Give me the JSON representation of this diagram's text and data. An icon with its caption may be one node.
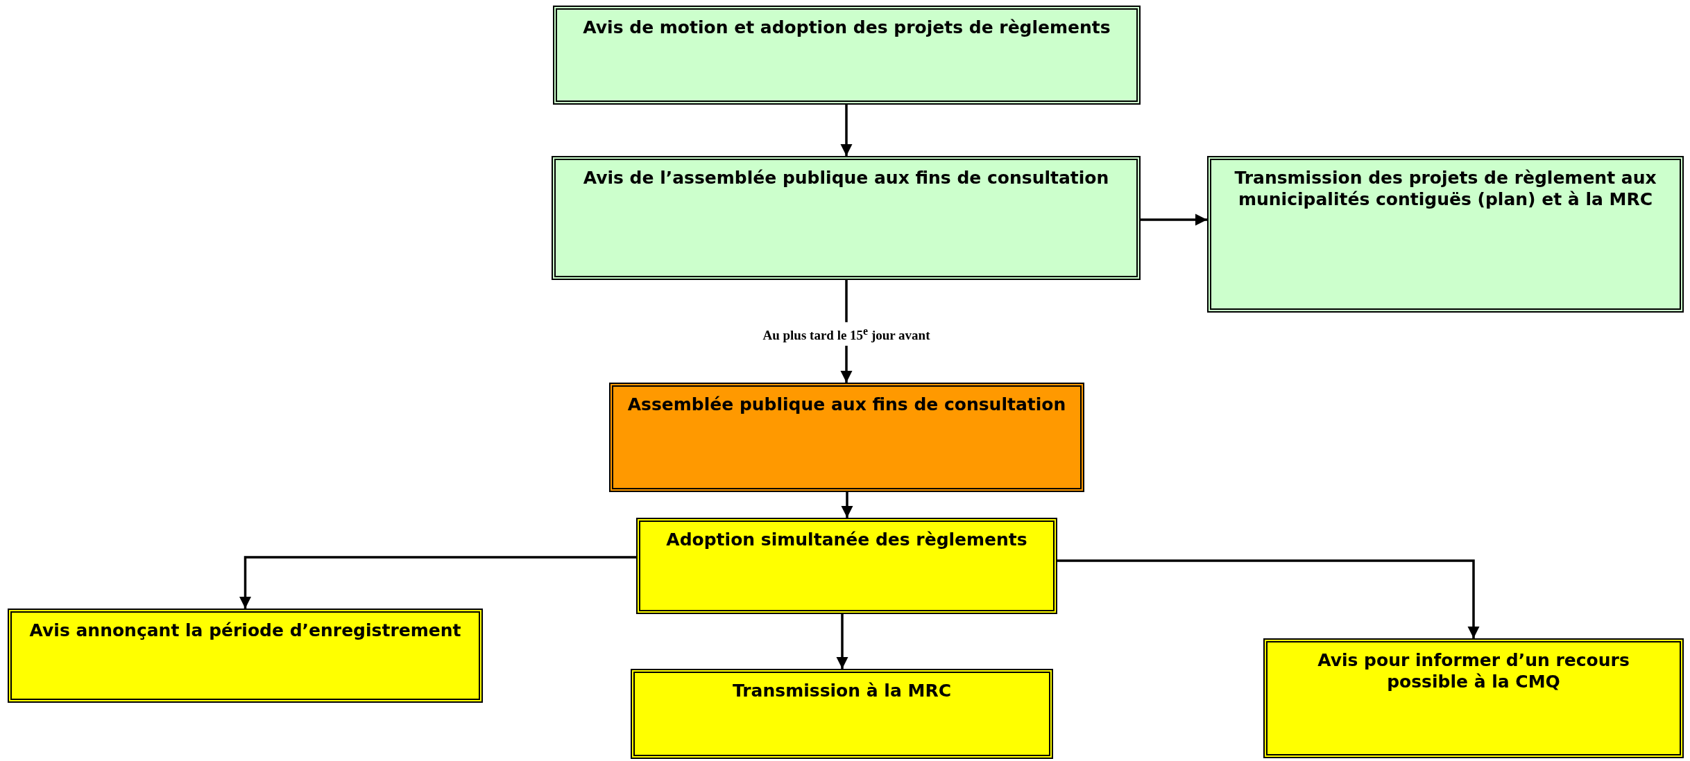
{
  "diagram": {
    "nodes": [
      {
        "text": [
          "Avis de motion et adoption des projets de règlements"
        ]
      },
      {
        "text": [
          "Avis de l’assemblée publique aux fins de consultation"
        ]
      },
      {
        "text": [
          "Transmission des projets de règlement aux municipalités contiguës (plan) et à la MRC"
        ]
      },
      {
        "text": [
          "Assemblée publique aux fins de consultation"
        ]
      },
      {
        "text": [
          "Adoption simultanée des règlements"
        ]
      },
      {
        "text": [
          "Avis annonçant la période d’enregistrement"
        ]
      },
      {
        "text": [
          "Transmission à la MRC"
        ]
      },
      {
        "text": [
          "Avis pour informer d’un recours possible à la CMQ"
        ]
      }
    ],
    "edges": [
      {
        "from": 0,
        "to": 1,
        "arrow": "to"
      },
      {
        "from": 1,
        "to": 2,
        "arrow": "to"
      },
      {
        "from": 1,
        "to": 3,
        "arrow": "to",
        "label": "Au plus tard le 15$^{e}$ jour avant"
      },
      {
        "from": 3,
        "to": 4,
        "arrow": "to"
      },
      {
        "from": 4,
        "to": 5,
        "arrow": "to"
      },
      {
        "from": 4,
        "to": 6,
        "arrow": "to"
      },
      {
        "from": 4,
        "to": 7,
        "arrow": "to"
      }
    ]
  }
}
